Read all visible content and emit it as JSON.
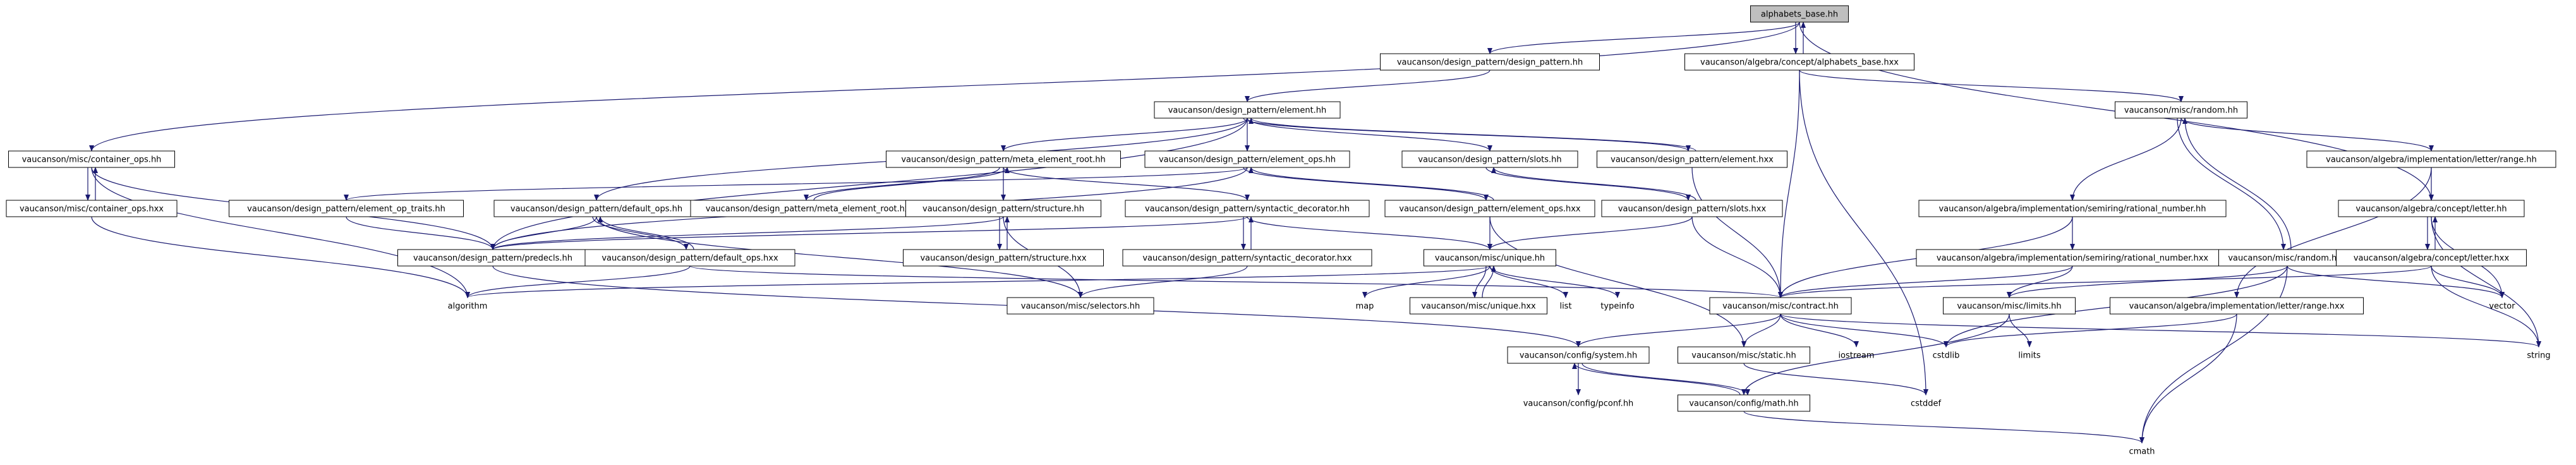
{
  "graph": {
    "edge_color": "#191970",
    "root_fill": "#bfbfbf",
    "nodes": [
      {
        "id": "alphabets_base_hh",
        "label": "alphabets_base.hh",
        "boxed": true,
        "root": true
      },
      {
        "id": "design_pattern_hh",
        "label": "vaucanson/design_pattern/design_pattern.hh",
        "boxed": true
      },
      {
        "id": "alphabets_base_hxx",
        "label": "vaucanson/algebra/concept/alphabets_base.hxx",
        "boxed": true
      },
      {
        "id": "element_hh",
        "label": "vaucanson/design_pattern/element.hh",
        "boxed": true
      },
      {
        "id": "random_hh",
        "label": "vaucanson/misc/random.hh",
        "boxed": true
      },
      {
        "id": "container_ops_hh",
        "label": "vaucanson/misc/container_ops.hh",
        "boxed": true
      },
      {
        "id": "meta_element_root_hh",
        "label": "vaucanson/design_pattern/meta_element_root.hh",
        "boxed": true
      },
      {
        "id": "element_ops_hh",
        "label": "vaucanson/design_pattern/element_ops.hh",
        "boxed": true
      },
      {
        "id": "slots_hh",
        "label": "vaucanson/design_pattern/slots.hh",
        "boxed": true
      },
      {
        "id": "element_hxx",
        "label": "vaucanson/design_pattern/element.hxx",
        "boxed": true
      },
      {
        "id": "range_hh",
        "label": "vaucanson/algebra/implementation/letter/range.hh",
        "boxed": true
      },
      {
        "id": "container_ops_hxx",
        "label": "vaucanson/misc/container_ops.hxx",
        "boxed": true
      },
      {
        "id": "op_traits_hh",
        "label": "vaucanson/design_pattern/element_op_traits.hh",
        "boxed": true
      },
      {
        "id": "default_ops_hh",
        "label": "vaucanson/design_pattern/default_ops.hh",
        "boxed": true
      },
      {
        "id": "meta_element_root_hxx",
        "label": "vaucanson/design_pattern/meta_element_root.hxx",
        "boxed": true
      },
      {
        "id": "structure_hh",
        "label": "vaucanson/design_pattern/structure.hh",
        "boxed": true
      },
      {
        "id": "syntactic_decorator_hh",
        "label": "vaucanson/design_pattern/syntactic_decorator.hh",
        "boxed": true
      },
      {
        "id": "element_ops_hxx",
        "label": "vaucanson/design_pattern/element_ops.hxx",
        "boxed": true
      },
      {
        "id": "slots_hxx",
        "label": "vaucanson/design_pattern/slots.hxx",
        "boxed": true
      },
      {
        "id": "rational_number_hh",
        "label": "vaucanson/algebra/implementation/semiring/rational_number.hh",
        "boxed": true
      },
      {
        "id": "letter_hh",
        "label": "vaucanson/algebra/concept/letter.hh",
        "boxed": true
      },
      {
        "id": "predecls_hh",
        "label": "vaucanson/design_pattern/predecls.hh",
        "boxed": true
      },
      {
        "id": "default_ops_hxx",
        "label": "vaucanson/design_pattern/default_ops.hxx",
        "boxed": true
      },
      {
        "id": "structure_hxx",
        "label": "vaucanson/design_pattern/structure.hxx",
        "boxed": true
      },
      {
        "id": "syntactic_decorator_hxx",
        "label": "vaucanson/design_pattern/syntactic_decorator.hxx",
        "boxed": true
      },
      {
        "id": "unique_hh",
        "label": "vaucanson/misc/unique.hh",
        "boxed": true
      },
      {
        "id": "rational_number_hxx",
        "label": "vaucanson/algebra/implementation/semiring/rational_number.hxx",
        "boxed": true
      },
      {
        "id": "random_hxx",
        "label": "vaucanson/misc/random.hxx",
        "boxed": true
      },
      {
        "id": "letter_hxx",
        "label": "vaucanson/algebra/concept/letter.hxx",
        "boxed": true
      },
      {
        "id": "algorithm",
        "label": "algorithm",
        "boxed": false
      },
      {
        "id": "selectors_hh",
        "label": "vaucanson/misc/selectors.hh",
        "boxed": true
      },
      {
        "id": "map",
        "label": "map",
        "boxed": false
      },
      {
        "id": "unique_hxx",
        "label": "vaucanson/misc/unique.hxx",
        "boxed": true
      },
      {
        "id": "list",
        "label": "list",
        "boxed": false
      },
      {
        "id": "typeinfo",
        "label": "typeinfo",
        "boxed": false
      },
      {
        "id": "contract_hh",
        "label": "vaucanson/misc/contract.hh",
        "boxed": true
      },
      {
        "id": "limits_hh",
        "label": "vaucanson/misc/limits.hh",
        "boxed": true
      },
      {
        "id": "range_hxx",
        "label": "vaucanson/algebra/implementation/letter/range.hxx",
        "boxed": true
      },
      {
        "id": "vector",
        "label": "vector",
        "boxed": false
      },
      {
        "id": "system_hh",
        "label": "vaucanson/config/system.hh",
        "boxed": true
      },
      {
        "id": "static_hh",
        "label": "vaucanson/misc/static.hh",
        "boxed": true
      },
      {
        "id": "iostream",
        "label": "iostream",
        "boxed": false
      },
      {
        "id": "cstdlib",
        "label": "cstdlib",
        "boxed": false
      },
      {
        "id": "limits",
        "label": "limits",
        "boxed": false
      },
      {
        "id": "string",
        "label": "string",
        "boxed": false
      },
      {
        "id": "pconf_hh",
        "label": "vaucanson/config/pconf.hh",
        "boxed": false
      },
      {
        "id": "math_hh",
        "label": "vaucanson/config/math.hh",
        "boxed": true
      },
      {
        "id": "cstddef",
        "label": "cstddef",
        "boxed": false
      },
      {
        "id": "cmath",
        "label": "cmath",
        "boxed": false
      }
    ],
    "edges": [
      [
        "alphabets_base_hh",
        "design_pattern_hh"
      ],
      [
        "alphabets_base_hh",
        "alphabets_base_hxx"
      ],
      [
        "alphabets_base_hxx",
        "alphabets_base_hh"
      ],
      [
        "alphabets_base_hh",
        "container_ops_hh"
      ],
      [
        "alphabets_base_hh",
        "letter_hh"
      ],
      [
        "design_pattern_hh",
        "element_hh"
      ],
      [
        "alphabets_base_hxx",
        "random_hh"
      ],
      [
        "alphabets_base_hxx",
        "contract_hh"
      ],
      [
        "alphabets_base_hxx",
        "cstddef"
      ],
      [
        "element_hh",
        "meta_element_root_hh"
      ],
      [
        "element_hh",
        "element_ops_hh"
      ],
      [
        "element_hh",
        "slots_hh"
      ],
      [
        "element_hh",
        "element_hxx"
      ],
      [
        "element_hxx",
        "element_hh"
      ],
      [
        "element_hh",
        "default_ops_hh"
      ],
      [
        "element_hh",
        "predecls_hh"
      ],
      [
        "container_ops_hh",
        "container_ops_hxx"
      ],
      [
        "container_ops_hxx",
        "container_ops_hh"
      ],
      [
        "container_ops_hh",
        "predecls_hh"
      ],
      [
        "container_ops_hh",
        "algorithm"
      ],
      [
        "container_ops_hxx",
        "algorithm"
      ],
      [
        "meta_element_root_hh",
        "meta_element_root_hxx"
      ],
      [
        "meta_element_root_hxx",
        "meta_element_root_hh"
      ],
      [
        "meta_element_root_hh",
        "structure_hh"
      ],
      [
        "meta_element_root_hh",
        "syntactic_decorator_hh"
      ],
      [
        "element_ops_hh",
        "element_ops_hxx"
      ],
      [
        "element_ops_hxx",
        "element_ops_hh"
      ],
      [
        "element_ops_hh",
        "op_traits_hh"
      ],
      [
        "element_ops_hh",
        "predecls_hh"
      ],
      [
        "slots_hh",
        "slots_hxx"
      ],
      [
        "slots_hxx",
        "slots_hh"
      ],
      [
        "element_hxx",
        "contract_hh"
      ],
      [
        "op_traits_hh",
        "predecls_hh"
      ],
      [
        "default_ops_hh",
        "default_ops_hxx"
      ],
      [
        "default_ops_hxx",
        "default_ops_hh"
      ],
      [
        "default_ops_hh",
        "predecls_hh"
      ],
      [
        "default_ops_hh",
        "selectors_hh"
      ],
      [
        "default_ops_hxx",
        "algorithm"
      ],
      [
        "default_ops_hxx",
        "contract_hh"
      ],
      [
        "structure_hh",
        "structure_hxx"
      ],
      [
        "structure_hxx",
        "structure_hh"
      ],
      [
        "structure_hh",
        "predecls_hh"
      ],
      [
        "structure_hh",
        "selectors_hh"
      ],
      [
        "syntactic_decorator_hh",
        "syntactic_decorator_hxx"
      ],
      [
        "syntactic_decorator_hxx",
        "syntactic_decorator_hh"
      ],
      [
        "syntactic_decorator_hh",
        "predecls_hh"
      ],
      [
        "syntactic_decorator_hh",
        "unique_hh"
      ],
      [
        "syntactic_decorator_hxx",
        "selectors_hh"
      ],
      [
        "element_ops_hxx",
        "unique_hh"
      ],
      [
        "element_ops_hxx",
        "static_hh"
      ],
      [
        "slots_hxx",
        "unique_hh"
      ],
      [
        "slots_hxx",
        "contract_hh"
      ],
      [
        "unique_hh",
        "unique_hxx"
      ],
      [
        "unique_hxx",
        "unique_hh"
      ],
      [
        "unique_hh",
        "map"
      ],
      [
        "unique_hh",
        "list"
      ],
      [
        "unique_hh",
        "typeinfo"
      ],
      [
        "unique_hh",
        "algorithm"
      ],
      [
        "predecls_hh",
        "system_hh"
      ],
      [
        "random_hh",
        "random_hxx"
      ],
      [
        "random_hxx",
        "random_hh"
      ],
      [
        "random_hh",
        "rational_number_hh"
      ],
      [
        "random_hh",
        "range_hh"
      ],
      [
        "rational_number_hh",
        "rational_number_hxx"
      ],
      [
        "rational_number_hh",
        "contract_hh"
      ],
      [
        "rational_number_hxx",
        "contract_hh"
      ],
      [
        "rational_number_hxx",
        "limits_hh"
      ],
      [
        "range_hh",
        "letter_hh"
      ],
      [
        "range_hh",
        "range_hxx"
      ],
      [
        "letter_hh",
        "letter_hxx"
      ],
      [
        "letter_hxx",
        "letter_hh"
      ],
      [
        "letter_hh",
        "vector"
      ],
      [
        "letter_hh",
        "string"
      ],
      [
        "letter_hxx",
        "vector"
      ],
      [
        "letter_hxx",
        "string"
      ],
      [
        "letter_hxx",
        "contract_hh"
      ],
      [
        "random_hxx",
        "limits_hh"
      ],
      [
        "random_hxx",
        "cstdlib"
      ],
      [
        "random_hxx",
        "vector"
      ],
      [
        "random_hxx",
        "cmath"
      ],
      [
        "range_hxx",
        "cmath"
      ],
      [
        "range_hxx",
        "cstdlib"
      ],
      [
        "contract_hh",
        "system_hh"
      ],
      [
        "contract_hh",
        "static_hh"
      ],
      [
        "contract_hh",
        "iostream"
      ],
      [
        "contract_hh",
        "cstdlib"
      ],
      [
        "contract_hh",
        "string"
      ],
      [
        "limits_hh",
        "limits"
      ],
      [
        "limits_hh",
        "math_hh"
      ],
      [
        "system_hh",
        "pconf_hh"
      ],
      [
        "system_hh",
        "math_hh"
      ],
      [
        "math_hh",
        "system_hh"
      ],
      [
        "math_hh",
        "cmath"
      ],
      [
        "static_hh",
        "cstddef"
      ]
    ]
  }
}
